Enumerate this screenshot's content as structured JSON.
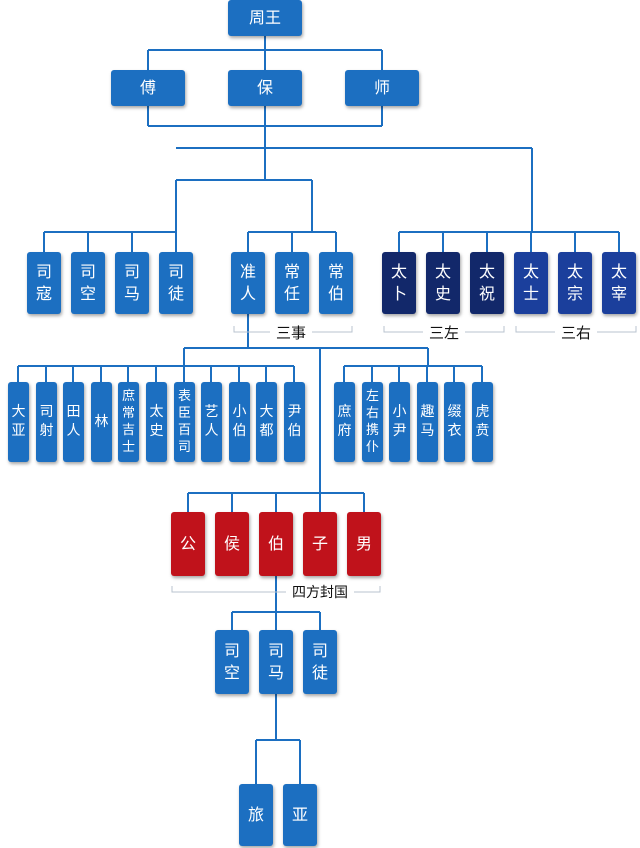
{
  "top": {
    "king": "周王",
    "fu": "傅",
    "bao": "保",
    "shi": "师"
  },
  "row1": {
    "left": [
      "司\n寇",
      "司\n空",
      "司\n马",
      "司\n徒"
    ],
    "sanshi": [
      "准\n人",
      "常\n任",
      "常\n伯"
    ],
    "sanzuo": [
      "太\n卜",
      "太\n史",
      "太\n祝"
    ],
    "sanyou": [
      "太\n士",
      "太\n宗",
      "太\n宰"
    ]
  },
  "groups": {
    "sanshi": "三事",
    "sanzuo": "三左",
    "sanyou": "三右",
    "sifang": "四方封国"
  },
  "row2": {
    "left": [
      "大\n亚",
      "司\n射",
      "田\n人",
      "林",
      "庶\n常\n吉\n士",
      "太\n史",
      "表\n臣\n百\n司",
      "艺\n人",
      "小\n伯",
      "大\n都",
      "尹\n伯"
    ],
    "right": [
      "庶\n府",
      "左\n右\n携\n仆",
      "小\n尹",
      "趣\n马",
      "缀\n衣",
      "虎\n贲"
    ]
  },
  "nobles": [
    "公",
    "侯",
    "伯",
    "子",
    "男"
  ],
  "vassal": [
    "司\n空",
    "司\n马",
    "司\n徒"
  ],
  "sub": [
    "旅",
    "亚"
  ],
  "colors": {
    "line": "#1c6fc1",
    "blue": "#1c6fc1",
    "navy": "#12286a",
    "ink": "#1b3f9c",
    "red": "#c0121b"
  }
}
